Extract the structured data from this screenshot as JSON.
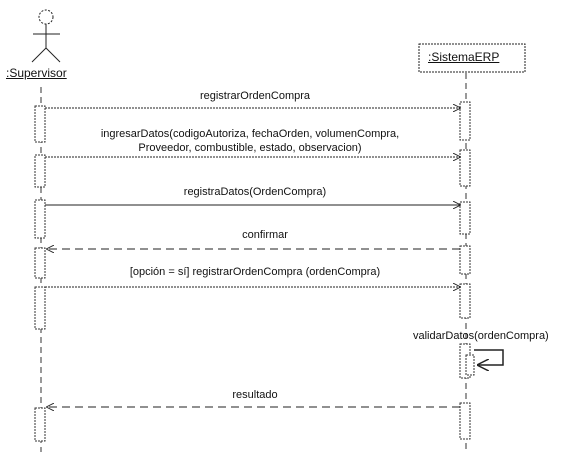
{
  "participants": {
    "actor": ":Supervisor",
    "system": ":SistemaERP"
  },
  "messages": [
    {
      "label": "registrarOrdenCompra"
    },
    {
      "label": "ingresarDatos(codigoAutoriza, fechaOrden, volumenCompra,",
      "label_line2": "Proveedor, combustible, estado, observacion)"
    },
    {
      "label": "registraDatos(OrdenCompra)"
    },
    {
      "label": "confirmar"
    },
    {
      "label": "[opción = sí] registrarOrdenCompra (ordenCompra)"
    },
    {
      "label": "validarDatos(ordenCompra)"
    },
    {
      "label": "resultado"
    }
  ]
}
